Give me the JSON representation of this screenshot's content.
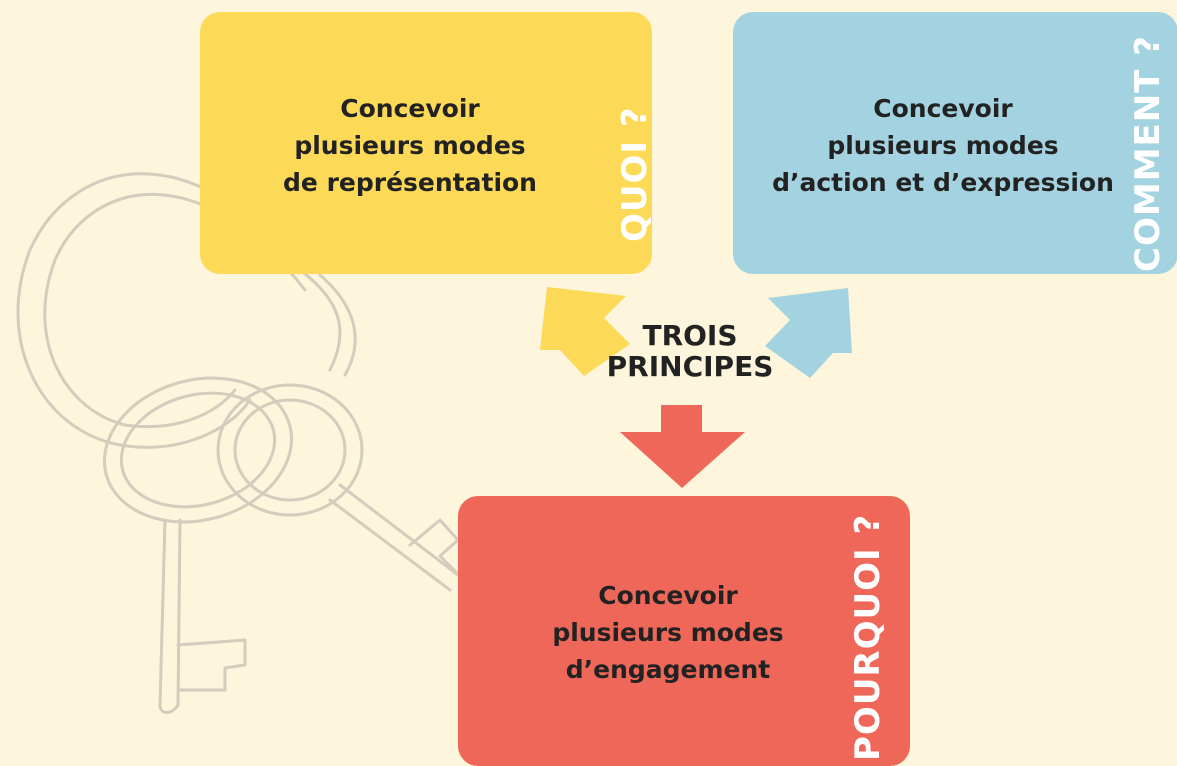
{
  "colors": {
    "background": "#fdf5dc",
    "yellow": "#fcd957",
    "blue": "#a3d3e0",
    "red": "#ef6759",
    "text": "#222222",
    "side_label": "#ffffff"
  },
  "center": {
    "line1": "TROIS",
    "line2": "PRINCIPES"
  },
  "boxes": {
    "representation": {
      "line1": "Concevoir",
      "line2": "plusieurs modes",
      "line3": "de représentation",
      "side_label": "QUOI ?"
    },
    "action": {
      "line1": "Concevoir",
      "line2": "plusieurs modes",
      "line3": "d’action et d’expression",
      "side_label": "COMMENT ?"
    },
    "engagement": {
      "line1": "Concevoir",
      "line2": "plusieurs modes",
      "line3": "d’engagement",
      "side_label": "POURQUOI ?"
    }
  },
  "icons": {
    "background": "keyring-icon",
    "arrows": [
      "arrow-up-left-icon",
      "arrow-up-right-icon",
      "arrow-down-icon"
    ]
  }
}
